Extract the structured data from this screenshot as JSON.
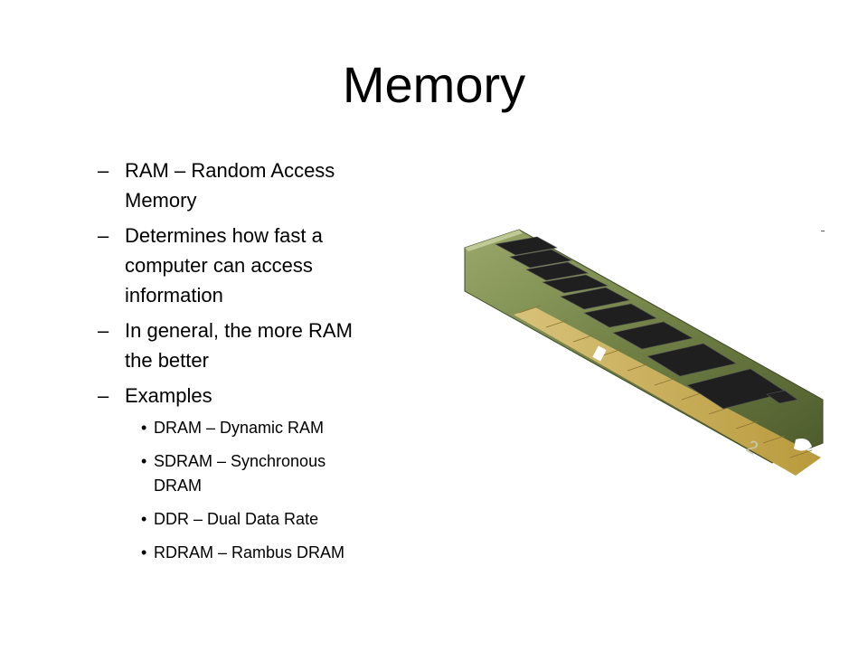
{
  "slide": {
    "title": "Memory",
    "bullets": [
      {
        "marker": "–",
        "lines": [
          "RAM – Random Access",
          "Memory"
        ]
      },
      {
        "marker": "–",
        "lines": [
          "Determines how fast a",
          "computer can access",
          "information"
        ]
      },
      {
        "marker": "–",
        "lines": [
          "In general, the more RAM",
          "the better"
        ]
      },
      {
        "marker": "–",
        "lines": [
          "Examples"
        ]
      }
    ],
    "sub_bullets": [
      {
        "marker": "•",
        "lines": [
          "DRAM – Dynamic RAM"
        ]
      },
      {
        "marker": "•",
        "lines": [
          "SDRAM – Synchronous",
          "DRAM"
        ]
      },
      {
        "marker": "•",
        "lines": [
          "DDR – Dual Data Rate"
        ]
      },
      {
        "marker": "•",
        "lines": [
          "RDRAM – Rambus DRAM"
        ]
      }
    ],
    "image": {
      "icon": "ram-module-icon",
      "label": "2"
    }
  }
}
